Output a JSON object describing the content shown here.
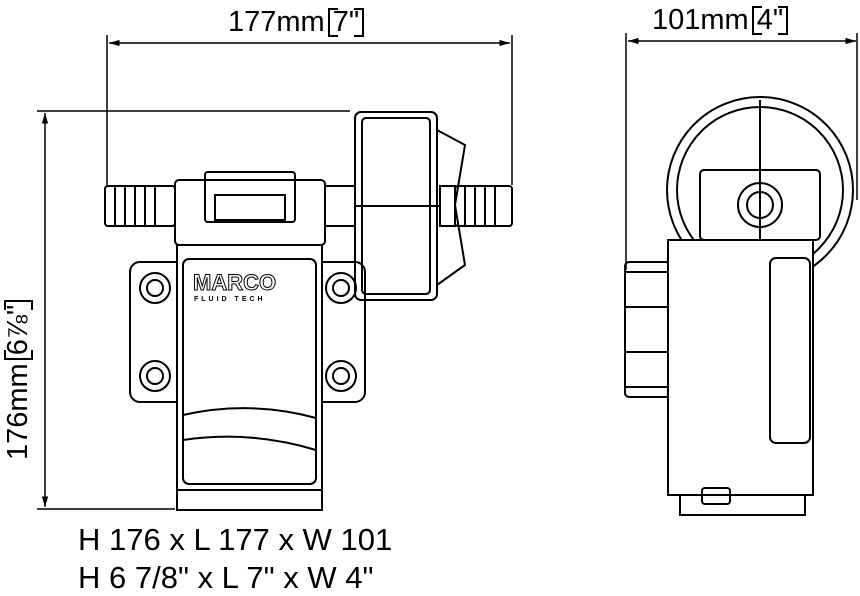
{
  "dimensions": {
    "length": {
      "mm": "177mm",
      "inch": "7\""
    },
    "width": {
      "mm": "101mm",
      "inch": "4\""
    },
    "height": {
      "mm": "176mm",
      "inch": "6⅞\""
    }
  },
  "captions": {
    "metric": "H 176 x L 177 x W 101",
    "imperial": "H 6 7/8\" x L 7\" x W 4\""
  },
  "logo": {
    "brand": "MARCO",
    "sub": "FLUID TECH"
  }
}
